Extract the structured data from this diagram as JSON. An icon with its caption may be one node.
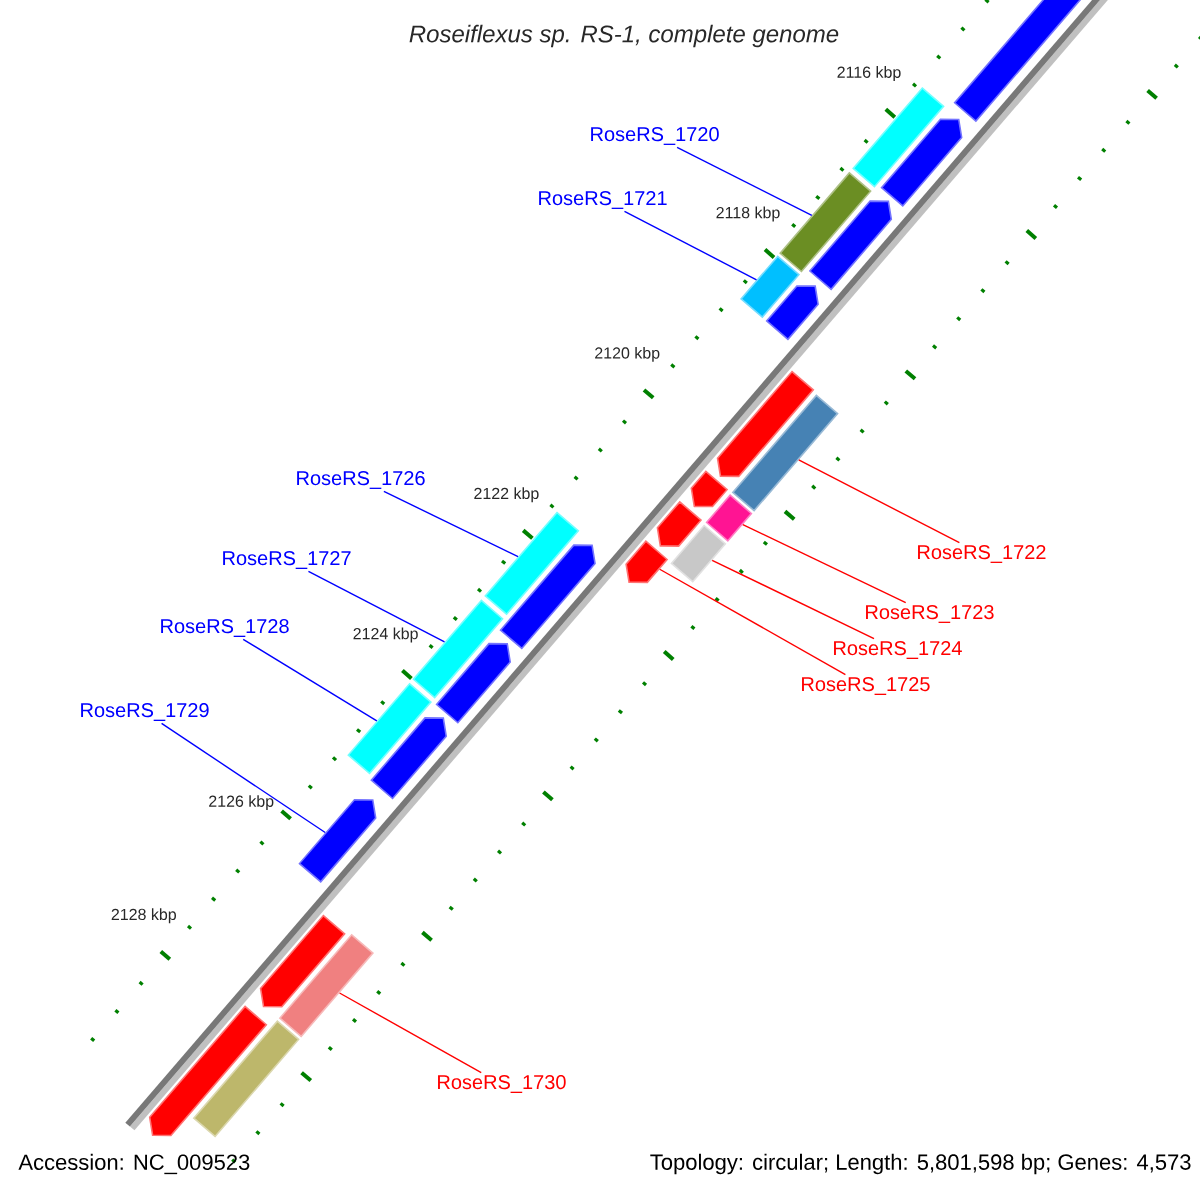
{
  "diagram": {
    "title": "Roseiflexus sp. RS-1, complete genome",
    "nodes": [
      {
        "text": [
          "RoseRS_1720"
        ]
      },
      {
        "text": [
          "RoseRS_1721"
        ]
      },
      {
        "text": [
          "RoseRS_1726"
        ]
      },
      {
        "text": [
          "RoseRS_1727"
        ]
      },
      {
        "text": [
          "RoseRS_1728"
        ]
      },
      {
        "text": [
          "RoseRS_1729"
        ]
      },
      {
        "text": [
          "RoseRS_1722"
        ]
      },
      {
        "text": [
          "RoseRS_1723"
        ]
      },
      {
        "text": [
          "RoseRS_1724"
        ]
      },
      {
        "text": [
          "RoseRS_1725"
        ]
      },
      {
        "text": [
          "RoseRS_1730"
        ]
      },
      {
        "text": [],
        "shape": "arrow"
      },
      {
        "text": [],
        "shape": "bar"
      },
      {
        "text": [],
        "shape": "arrow"
      },
      {
        "text": [],
        "shape": "bar"
      },
      {
        "text": [],
        "shape": "arrow"
      },
      {
        "text": [],
        "shape": "bar"
      },
      {
        "text": [],
        "shape": "arrow"
      },
      {
        "text": [],
        "shape": "arrow"
      },
      {
        "text": [],
        "shape": "bar"
      },
      {
        "text": [],
        "shape": "arrow"
      },
      {
        "text": [],
        "shape": "bar"
      },
      {
        "text": [],
        "shape": "arrow"
      },
      {
        "text": [],
        "shape": "bar"
      },
      {
        "text": [],
        "shape": "arrow"
      },
      {
        "text": [],
        "shape": "bar"
      },
      {
        "text": [],
        "shape": "arrow"
      },
      {
        "text": [],
        "shape": "bar"
      },
      {
        "text": [],
        "shape": "arrow"
      },
      {
        "text": [],
        "shape": "bar"
      },
      {
        "text": [],
        "shape": "arrow"
      },
      {
        "text": [],
        "shape": "arrow"
      },
      {
        "text": [],
        "shape": "arrow"
      },
      {
        "text": [],
        "shape": "bar"
      },
      {
        "text": [],
        "shape": "arrow"
      },
      {
        "text": [],
        "shape": "bar"
      }
    ],
    "edges": [
      {
        "from": 0,
        "to": 14,
        "arrow": "none"
      },
      {
        "from": 1,
        "to": 16,
        "arrow": "none"
      },
      {
        "from": 2,
        "to": 25,
        "arrow": "none"
      },
      {
        "from": 3,
        "to": 27,
        "arrow": "none"
      },
      {
        "from": 4,
        "to": 29,
        "arrow": "none"
      },
      {
        "from": 5,
        "to": 31,
        "arrow": "none"
      },
      {
        "from": 6,
        "to": 19,
        "arrow": "none",
        "color": "#ff0000"
      },
      {
        "from": 7,
        "to": 21,
        "arrow": "none",
        "color": "#ff0000"
      },
      {
        "from": 8,
        "to": 23,
        "arrow": "none",
        "color": "#ff0000"
      },
      {
        "from": 9,
        "to": 24,
        "arrow": "none",
        "color": "#ff0000"
      },
      {
        "from": 10,
        "to": 33,
        "arrow": "none",
        "color": "#ff0000"
      }
    ],
    "labels": [
      "2116 kbp",
      "2118 kbp",
      "2120 kbp",
      "2122 kbp",
      "2124 kbp",
      "2126 kbp",
      "2128 kbp",
      "Accession: NC_009523",
      "Topology: circular; Length: 5,801,598 bp; Genes: 4,573"
    ]
  }
}
